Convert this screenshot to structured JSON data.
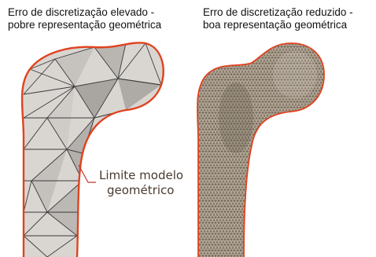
{
  "panels": {
    "left": {
      "caption_line1": "Erro de discretização elevado -",
      "caption_line2": "pobre representação geométrica"
    },
    "right": {
      "caption_line1": "Erro de discretização reduzido -",
      "caption_line2": "boa representação geométrica"
    }
  },
  "annotation": {
    "line1": "Limite modelo",
    "line2": "geométrico"
  },
  "colors": {
    "boundary": "#e0431f",
    "coarse_fill": "#d9d6d2",
    "coarse_edges": "#3a3a3a",
    "fine_fill": "#bcb1a0",
    "fine_edges": "#5a4d40",
    "annotation_line": "#c0392b"
  }
}
